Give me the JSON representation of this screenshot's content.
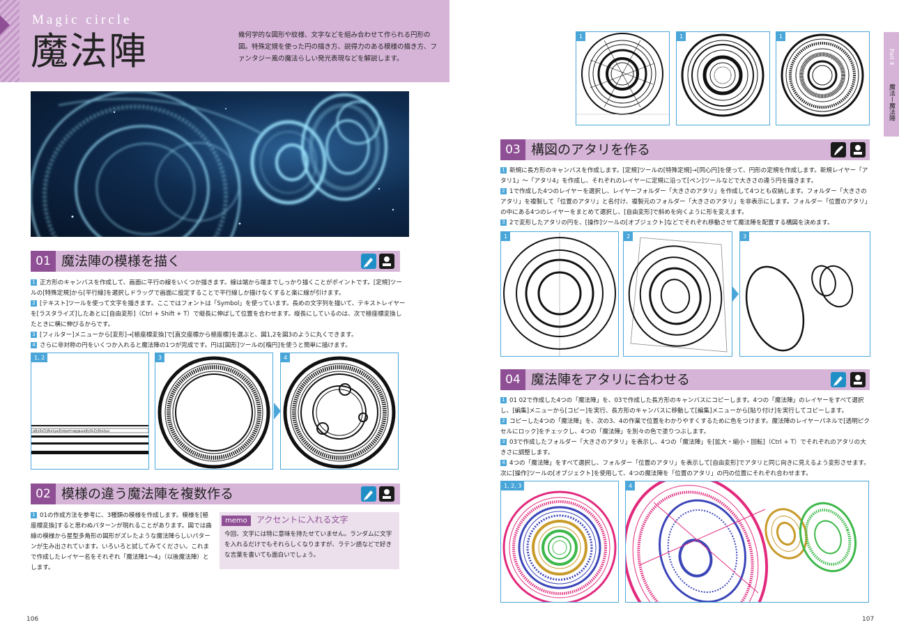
{
  "header": {
    "subtitle": "Magic circle",
    "title": "魔法陣",
    "intro": "幾何学的な図形や紋様、文字などを組み合わせて作られる円形の図。特殊定規を使った円の描き方、説得力のある模様の描き方、ファンタジー風の魔法らしい発光表現などを解説します。"
  },
  "colors": {
    "accent": "#8f4f95",
    "header_bg": "#d6b4d8",
    "blue": "#4aa6d8"
  },
  "side_tab": {
    "part": "Part 4",
    "label": "魔法ー魔法陣"
  },
  "sections": [
    {
      "num": "01",
      "title": "魔法陣の模様を描く",
      "steps": [
        "正方形のキャンバスを作成して、画面に平行の線をいくつか描きます。線は端から端までしっかり描くことがポイントです。[定規]ツールの[特殊定規]から[平行線]を選択しドラッグで画面に設定することで平行線しか描けなくすると楽に線が引けます。",
        "[テキスト]ツールを使って文字を描きます。ここではフォントは「Symbol」を使っています。長めの文字列を描いて、テキストレイヤーを[ラスタライズ]したあとに[自由変形]（Ctrl + Shift + T）で縦長に伸ばして位置を合わせます。縦長にしているのは、次で極座標変換したときに横に伸びるからです。",
        "[フィルター]メニューから[変形]→[極座標変換]で[直交座標から極座標]を選ぶと、図1,2を図3のように丸くできます。",
        "さらに非対称の円をいくつか入れると魔法陣の1つが完成です。円は[図形]ツールの[楕円]を使うと簡単に描けます。"
      ],
      "figure_labels": [
        "1, 2",
        "3",
        "4"
      ]
    },
    {
      "num": "02",
      "title": "模様の違う魔法陣を複数作る",
      "steps": [
        "01の作成方法を参考に、3種類の模様を作成します。模様を[極座標変換]すると思わぬパターンが現れることがあります。図では曲線の模様から星型多角形の図形がズレたような魔法陣らしいパターンが生み出されています。いろいろと試してみてください。これまで作成したレイヤー名をそれぞれ「魔法陣1～4」（以後魔法陣）とします。"
      ],
      "memo_tag": "memo",
      "memo_title": "アクセントに入れる文字",
      "memo_text": "今回、文字には特に意味を持たせていません。ランダムに文字を入れるだけでもそれらしくなりますが、ラテン語などで好きな言葉を書いても面白いでしょう。"
    },
    {
      "num": "03",
      "title": "構図のアタリを作る",
      "steps": [
        "新規に長方形のキャンバスを作成します。[定規]ツールの[特殊定規]→[同心円]を使って、円形の定規を作成します。新規レイヤー「アタリ1」～「アタリ4」を作成し、それぞれのレイヤーに定規に沿って[ペン]ツールなどで大きさの違う円を描きます。",
        "1で作成した4つのレイヤーを選択し、レイヤーフォルダー「大きさのアタリ」を作成して4つとも収納します。フォルダー「大きさのアタリ」を複製して「位置のアタリ」と名付け、複製元のフォルダー「大きさのアタリ」を非表示にします。フォルダー「位置のアタリ」の中にある4つのレイヤーをまとめて選択し、[自由変形]で斜めを向くように形を変えます。",
        "2で変形したアタリの円を、[操作]ツールの[オブジェクト]などでそれぞれ移動させて魔法陣を配置する構図を決めます。"
      ],
      "figure_labels": [
        "1",
        "2",
        "3"
      ],
      "top_labels": [
        "1",
        "1",
        "1"
      ]
    },
    {
      "num": "04",
      "title": "魔法陣をアタリに合わせる",
      "steps": [
        "01 02で作成した4つの「魔法陣」を、03で作成した長方形のキャンバスにコピーします。4つの「魔法陣」のレイヤーをすべて選択し、[編集]メニューから[コピー]を実行、長方形のキャンバスに移動して[編集]メニューから[貼り付け]を実行してコピーします。",
        "コピーした4つの「魔法陣」を、次の3、4の作業で位置をわかりやすくするために色をつけます。魔法陣のレイヤーパネルで[透明ピクセルにロック]をチェックし、4つの「魔法陣」を別々の色で塗りつぶします。",
        "03で作成したフォルダー「大きさのアタリ」を表示し、4つの「魔法陣」を[拡大・縮小・回転]（Ctrl + T）でそれぞれのアタリの大きさに調整します。",
        "4つの「魔法陣」をすべて選択し、フォルダー「位置のアタリ」を表示して[自由変形]でアタリと同じ向きに見えるよう変形させます。次に[操作]ツールの[オブジェクト]を使用して、4つの魔法陣を「位置のアタリ」の円の位置にそれぞれ合わせます。"
      ],
      "figure_labels": [
        "1, 2, 3",
        "4"
      ]
    }
  ],
  "step_numbers": [
    "1",
    "2",
    "3",
    "4"
  ],
  "page_left": "106",
  "page_right": "107"
}
